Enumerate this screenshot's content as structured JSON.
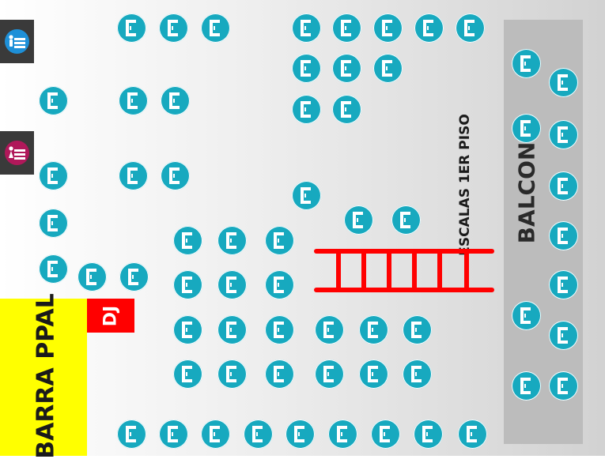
{
  "labels": {
    "bar": "BARRA PPAL",
    "dj": "DJ",
    "stairs": "ESCALAS 1ER PISO",
    "balcony": "BALCON"
  },
  "icons": {
    "table": "table-c-icon",
    "restroom_men": "restroom-men-icon",
    "restroom_women": "restroom-women-icon",
    "stairs": "stairs-icon"
  },
  "colors": {
    "table": "#17a9bf",
    "bar": "#ffff00",
    "dj": "#ff0000",
    "stairs": "#ff0000",
    "balcony": "#bcbcbc",
    "restroom_men": "#1e90d8",
    "restroom_women": "#b0185a"
  }
}
